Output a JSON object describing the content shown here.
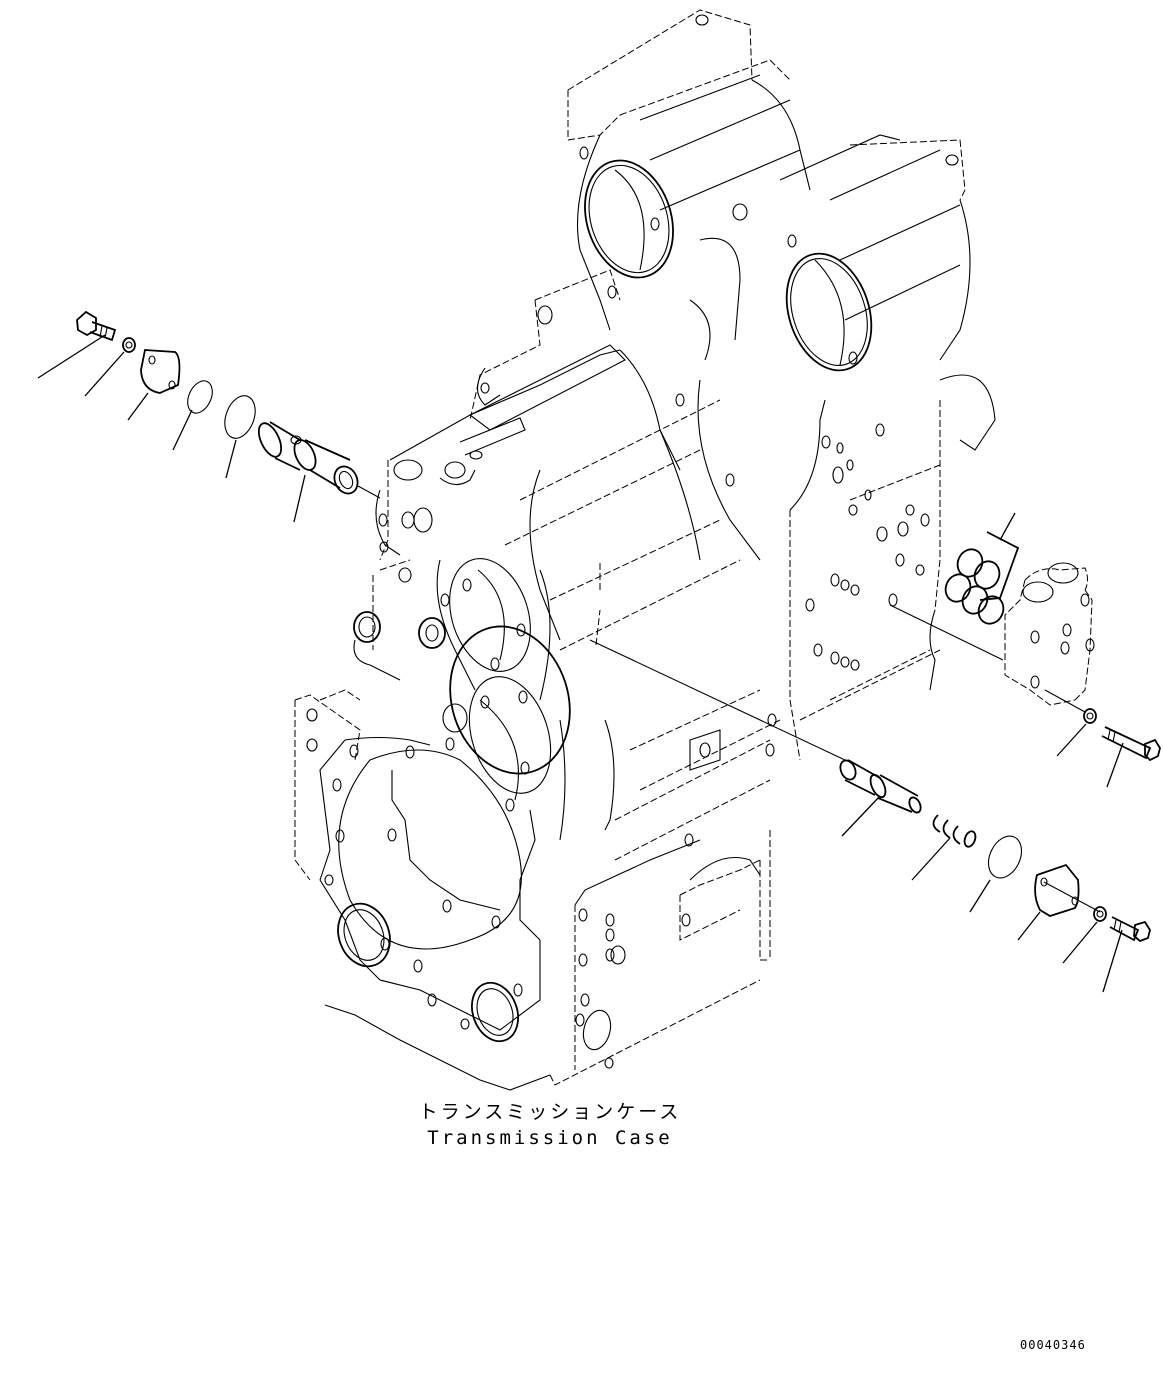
{
  "diagram": {
    "type": "exploded-parts-diagram",
    "main_assembly": {
      "label_jp": "トランスミッションケース",
      "label_en": "Transmission Case"
    },
    "drawing_number": "00040346",
    "part_groups": [
      {
        "name": "left-valve-group",
        "parts": [
          "bolt",
          "washer",
          "cover",
          "o-ring-small",
          "o-ring-large",
          "valve-spool"
        ]
      },
      {
        "name": "right-control-valve-group",
        "parts": [
          "gasket-with-o-rings",
          "control-valve",
          "washer",
          "bolt"
        ]
      },
      {
        "name": "lower-right-valve-group",
        "parts": [
          "valve-piston",
          "spring",
          "o-ring",
          "cover",
          "washer",
          "bolt"
        ]
      }
    ],
    "colors": {
      "line": "#000000",
      "background": "#ffffff"
    }
  }
}
